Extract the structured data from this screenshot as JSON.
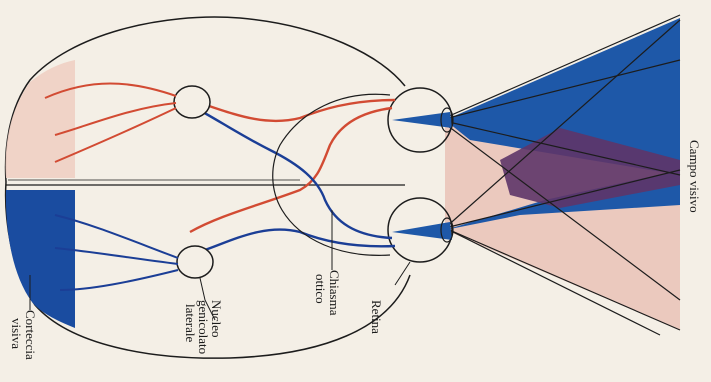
{
  "labels": {
    "campo_visivo": "Campo visivo",
    "retina": "Retina",
    "chiasma_line1": "Chiasma",
    "chiasma_line2": "ottico",
    "nucleo_line1": "Nucleo",
    "nucleo_line2": "genicolato",
    "nucleo_line3": "laterale",
    "corteccia_line1": "Corteccia",
    "corteccia_line2": "visiva"
  },
  "colors": {
    "background": "#f4efe6",
    "left_pathway_blue": "#1b3e96",
    "right_pathway_red": "#d24b33",
    "field_blue": "#1e58a8",
    "field_pink": "#e9c2b6",
    "overlap_purple": "#5e3568",
    "cortex_pink": "#efcfc3",
    "cortex_blue": "#1a4ca0",
    "outline": "#1c1c1c"
  }
}
